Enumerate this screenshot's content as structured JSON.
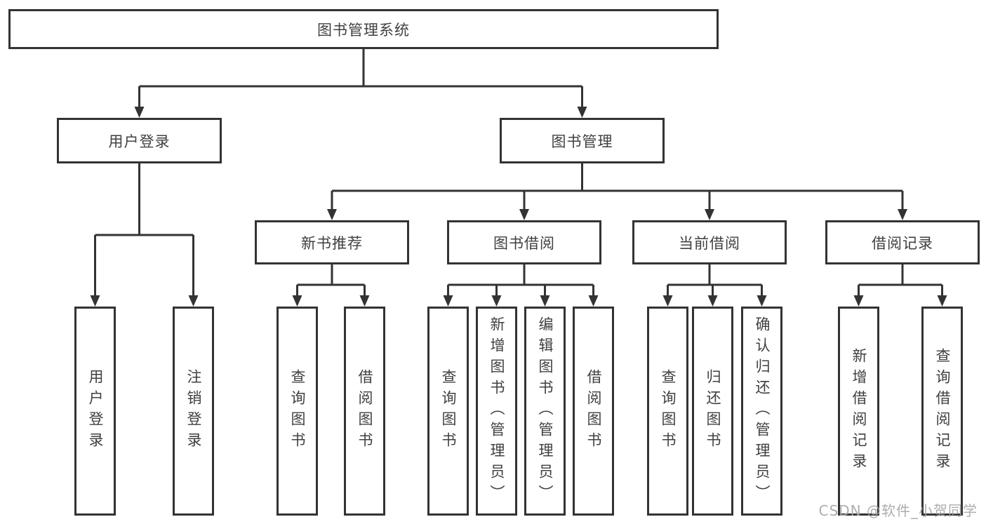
{
  "colors": {
    "line": "#333333",
    "border": "#333333",
    "text": "#404040",
    "watermark": "#a6a6a6",
    "background": "#ffffff"
  },
  "watermark": "CSDN @软件_小贺同学",
  "tree": {
    "root": "图书管理系统",
    "branches": [
      {
        "label": "用户登录",
        "leaves": [
          "用户登录",
          "注销登录"
        ]
      },
      {
        "label": "图书管理",
        "groups": [
          {
            "label": "新书推荐",
            "leaves": [
              "查询图书",
              "借阅图书"
            ]
          },
          {
            "label": "图书借阅",
            "leaves": [
              "查询图书",
              "新增图书（管理员）",
              "编辑图书（管理员）",
              "借阅图书"
            ]
          },
          {
            "label": "当前借阅",
            "leaves": [
              "查询图书",
              "归还图书",
              "确认归还（管理员）"
            ]
          },
          {
            "label": "借阅记录",
            "leaves": [
              "新增借阅记录",
              "查询借阅记录"
            ]
          }
        ]
      }
    ]
  }
}
